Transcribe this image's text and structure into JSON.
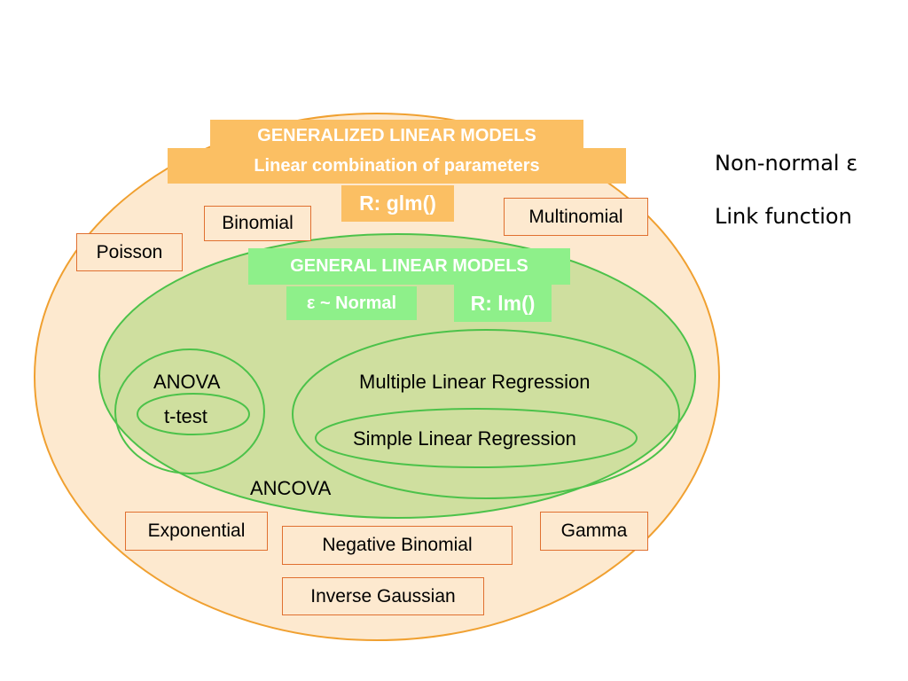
{
  "glm": {
    "title": "GENERALIZED LINEAR MODELS",
    "subtitle": "Linear combination of parameters",
    "r_function": "R: glm()"
  },
  "lm": {
    "title": "GENERAL LINEAR MODELS",
    "error": "ε ~ Normal",
    "r_function": "R: lm()"
  },
  "inner": {
    "anova": "ANOVA",
    "ttest": "t-test",
    "mlr": "Multiple Linear Regression",
    "slr": "Simple Linear Regression",
    "ancova": "ANCOVA"
  },
  "distributions": {
    "binomial": "Binomial",
    "poisson": "Poisson",
    "multinomial": "Multinomial",
    "exponential": "Exponential",
    "negative_binomial": "Negative Binomial",
    "gamma": "Gamma",
    "inverse_gaussian": "Inverse Gaussian"
  },
  "side_notes": {
    "non_normal": "Non-normal ε",
    "link_function": "Link function"
  },
  "colors": {
    "glm_fill": "#fde9cf",
    "glm_stroke": "#f0a030",
    "lm_fill": "#cfdf9f",
    "lm_stroke": "#4cc24a"
  }
}
